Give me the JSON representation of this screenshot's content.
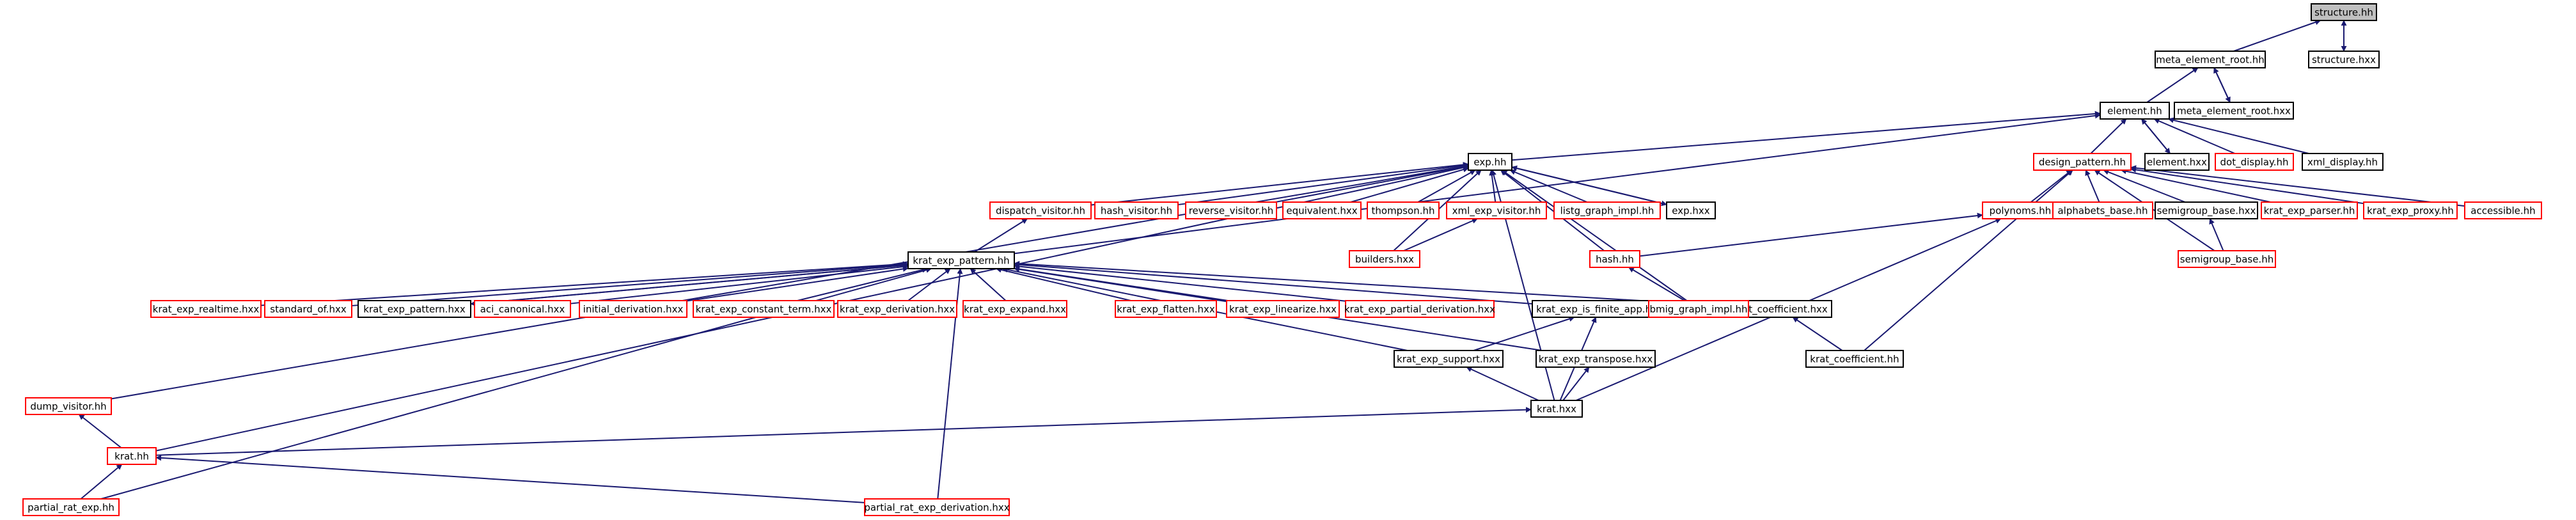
{
  "colors": {
    "edge": "#191970",
    "node_border_black": "#000000",
    "node_border_red": "#ff0000",
    "focus_fill": "#c0c0c0",
    "background": "#ffffff"
  },
  "nodes": [
    {
      "id": "structure_hh",
      "label": "structure.hh",
      "style": "focus"
    },
    {
      "id": "meta_element_root_hh",
      "label": "meta_element_root.hh",
      "style": "black"
    },
    {
      "id": "structure_hxx",
      "label": "structure.hxx",
      "style": "black"
    },
    {
      "id": "element_hh",
      "label": "element.hh",
      "style": "black"
    },
    {
      "id": "meta_element_root_hxx",
      "label": "meta_element_root.hxx",
      "style": "black"
    },
    {
      "id": "exp_hh",
      "label": "exp.hh",
      "style": "black"
    },
    {
      "id": "design_pattern_hh",
      "label": "design_pattern.hh",
      "style": "red"
    },
    {
      "id": "element_hxx",
      "label": "element.hxx",
      "style": "black"
    },
    {
      "id": "dot_display_hh",
      "label": "dot_display.hh",
      "style": "red"
    },
    {
      "id": "xml_display_hh",
      "label": "xml_display.hh",
      "style": "black"
    },
    {
      "id": "dispatch_visitor_hh",
      "label": "dispatch_visitor.hh",
      "style": "red"
    },
    {
      "id": "hash_visitor_hh",
      "label": "hash_visitor.hh",
      "style": "red"
    },
    {
      "id": "reverse_visitor_hh",
      "label": "reverse_visitor.hh",
      "style": "red"
    },
    {
      "id": "equivalent_hxx",
      "label": "equivalent.hxx",
      "style": "red"
    },
    {
      "id": "thompson_hh",
      "label": "thompson.hh",
      "style": "red"
    },
    {
      "id": "xml_exp_visitor_hh",
      "label": "xml_exp_visitor.hh",
      "style": "red"
    },
    {
      "id": "listg_graph_impl_hh",
      "label": "listg_graph_impl.hh",
      "style": "red"
    },
    {
      "id": "exp_hxx",
      "label": "exp.hxx",
      "style": "black"
    },
    {
      "id": "polynoms_hh",
      "label": "polynoms.hh",
      "style": "red"
    },
    {
      "id": "alphabets_base_hh",
      "label": "alphabets_base.hh",
      "style": "red"
    },
    {
      "id": "semigroup_base_hxx",
      "label": "semigroup_base.hxx",
      "style": "black"
    },
    {
      "id": "krat_exp_parser_hh",
      "label": "krat_exp_parser.hh",
      "style": "red"
    },
    {
      "id": "krat_exp_proxy_hh",
      "label": "krat_exp_proxy.hh",
      "style": "red"
    },
    {
      "id": "accessible_hh",
      "label": "accessible.hh",
      "style": "red"
    },
    {
      "id": "builders_hxx",
      "label": "builders.hxx",
      "style": "red"
    },
    {
      "id": "semigroup_base_hh",
      "label": "semigroup_base.hh",
      "style": "red"
    },
    {
      "id": "krat_exp_pattern_hh",
      "label": "krat_exp_pattern.hh",
      "style": "black"
    },
    {
      "id": "hash_hh",
      "label": "hash.hh",
      "style": "red"
    },
    {
      "id": "krat_exp_realtime_hxx",
      "label": "krat_exp_realtime.hxx",
      "style": "red"
    },
    {
      "id": "standard_of_hxx",
      "label": "standard_of.hxx",
      "style": "red"
    },
    {
      "id": "krat_exp_pattern_hxx",
      "label": "krat_exp_pattern.hxx",
      "style": "black"
    },
    {
      "id": "aci_canonical_hxx",
      "label": "aci_canonical.hxx",
      "style": "red"
    },
    {
      "id": "initial_derivation_hxx",
      "label": "initial_derivation.hxx",
      "style": "red"
    },
    {
      "id": "krat_exp_constant_term_hxx",
      "label": "krat_exp_constant_term.hxx",
      "style": "red"
    },
    {
      "id": "krat_exp_derivation_hxx",
      "label": "krat_exp_derivation.hxx",
      "style": "red"
    },
    {
      "id": "krat_exp_expand_hxx",
      "label": "krat_exp_expand.hxx",
      "style": "red"
    },
    {
      "id": "krat_exp_flatten_hxx",
      "label": "krat_exp_flatten.hxx",
      "style": "red"
    },
    {
      "id": "krat_exp_linearize_hxx",
      "label": "krat_exp_linearize.hxx",
      "style": "red"
    },
    {
      "id": "krat_exp_partial_derivation_hxx",
      "label": "krat_exp_partial_derivation.hxx",
      "style": "red"
    },
    {
      "id": "krat_exp_is_finite_app_hxx",
      "label": "krat_exp_is_finite_app.hxx",
      "style": "black"
    },
    {
      "id": "krat_coefficient_hxx",
      "label": "krat_coefficient.hxx",
      "style": "black"
    },
    {
      "id": "bmig_graph_impl_hh",
      "label": "bmig_graph_impl.hh",
      "style": "red"
    },
    {
      "id": "krat_exp_support_hxx",
      "label": "krat_exp_support.hxx",
      "style": "black"
    },
    {
      "id": "krat_exp_transpose_hxx",
      "label": "krat_exp_transpose.hxx",
      "style": "black"
    },
    {
      "id": "krat_coefficient_hh",
      "label": "krat_coefficient.hh",
      "style": "black"
    },
    {
      "id": "dump_visitor_hh",
      "label": "dump_visitor.hh",
      "style": "red"
    },
    {
      "id": "krat_hxx",
      "label": "krat.hxx",
      "style": "black"
    },
    {
      "id": "krat_hh",
      "label": "krat.hh",
      "style": "red"
    },
    {
      "id": "partial_rat_exp_hh",
      "label": "partial_rat_exp.hh",
      "style": "red"
    },
    {
      "id": "partial_rat_exp_derivation_hxx",
      "label": "partial_rat_exp_derivation.hxx",
      "style": "red"
    }
  ],
  "edges": [
    [
      "meta_element_root_hh",
      "structure_hh"
    ],
    [
      "structure_hxx",
      "structure_hh"
    ],
    [
      "structure_hh",
      "structure_hxx"
    ],
    [
      "element_hh",
      "meta_element_root_hh"
    ],
    [
      "meta_element_root_hxx",
      "meta_element_root_hh"
    ],
    [
      "meta_element_root_hh",
      "meta_element_root_hxx"
    ],
    [
      "exp_hh",
      "element_hh"
    ],
    [
      "design_pattern_hh",
      "element_hh"
    ],
    [
      "element_hxx",
      "element_hh"
    ],
    [
      "element_hh",
      "element_hxx"
    ],
    [
      "dot_display_hh",
      "element_hh"
    ],
    [
      "xml_display_hh",
      "element_hh"
    ],
    [
      "krat_exp_pattern_hh",
      "element_hh"
    ],
    [
      "dispatch_visitor_hh",
      "exp_hh"
    ],
    [
      "hash_visitor_hh",
      "exp_hh"
    ],
    [
      "reverse_visitor_hh",
      "exp_hh"
    ],
    [
      "equivalent_hxx",
      "exp_hh"
    ],
    [
      "thompson_hh",
      "exp_hh"
    ],
    [
      "xml_exp_visitor_hh",
      "exp_hh"
    ],
    [
      "listg_graph_impl_hh",
      "exp_hh"
    ],
    [
      "exp_hxx",
      "exp_hh"
    ],
    [
      "exp_hh",
      "exp_hxx"
    ],
    [
      "builders_hxx",
      "exp_hh"
    ],
    [
      "hash_hh",
      "exp_hh"
    ],
    [
      "bmig_graph_impl_hh",
      "exp_hh"
    ],
    [
      "krat_hxx",
      "exp_hh"
    ],
    [
      "dump_visitor_hh",
      "exp_hh"
    ],
    [
      "krat_hh",
      "exp_hh"
    ],
    [
      "polynoms_hh",
      "design_pattern_hh"
    ],
    [
      "alphabets_base_hh",
      "design_pattern_hh"
    ],
    [
      "semigroup_base_hxx",
      "design_pattern_hh"
    ],
    [
      "semigroup_base_hh",
      "design_pattern_hh"
    ],
    [
      "krat_exp_parser_hh",
      "design_pattern_hh"
    ],
    [
      "krat_exp_proxy_hh",
      "design_pattern_hh"
    ],
    [
      "accessible_hh",
      "design_pattern_hh"
    ],
    [
      "krat_coefficient_hh",
      "design_pattern_hh"
    ],
    [
      "builders_hxx",
      "xml_exp_visitor_hh"
    ],
    [
      "hash_hh",
      "polynoms_hh"
    ],
    [
      "krat_hxx",
      "polynoms_hh"
    ],
    [
      "semigroup_base_hh",
      "semigroup_base_hxx"
    ],
    [
      "krat_exp_pattern_hh",
      "dispatch_visitor_hh"
    ],
    [
      "bmig_graph_impl_hh",
      "hash_hh"
    ],
    [
      "krat_exp_realtime_hxx",
      "krat_exp_pattern_hh"
    ],
    [
      "standard_of_hxx",
      "krat_exp_pattern_hh"
    ],
    [
      "krat_exp_pattern_hxx",
      "krat_exp_pattern_hh"
    ],
    [
      "krat_exp_pattern_hh",
      "krat_exp_pattern_hxx"
    ],
    [
      "aci_canonical_hxx",
      "krat_exp_pattern_hh"
    ],
    [
      "initial_derivation_hxx",
      "krat_exp_pattern_hh"
    ],
    [
      "krat_exp_constant_term_hxx",
      "krat_exp_pattern_hh"
    ],
    [
      "krat_exp_derivation_hxx",
      "krat_exp_pattern_hh"
    ],
    [
      "krat_exp_expand_hxx",
      "krat_exp_pattern_hh"
    ],
    [
      "krat_exp_flatten_hxx",
      "krat_exp_pattern_hh"
    ],
    [
      "krat_exp_linearize_hxx",
      "krat_exp_pattern_hh"
    ],
    [
      "krat_exp_partial_derivation_hxx",
      "krat_exp_pattern_hh"
    ],
    [
      "krat_exp_is_finite_app_hxx",
      "krat_exp_pattern_hh"
    ],
    [
      "krat_coefficient_hxx",
      "krat_exp_pattern_hh"
    ],
    [
      "krat_exp_support_hxx",
      "krat_exp_pattern_hh"
    ],
    [
      "krat_exp_transpose_hxx",
      "krat_exp_pattern_hh"
    ],
    [
      "partial_rat_exp_hh",
      "krat_exp_pattern_hh"
    ],
    [
      "partial_rat_exp_derivation_hxx",
      "krat_exp_pattern_hh"
    ],
    [
      "krat_exp_support_hxx",
      "krat_exp_is_finite_app_hxx"
    ],
    [
      "krat_hxx",
      "krat_exp_is_finite_app_hxx"
    ],
    [
      "krat_coefficient_hh",
      "krat_coefficient_hxx"
    ],
    [
      "krat_hxx",
      "krat_exp_support_hxx"
    ],
    [
      "krat_hxx",
      "krat_exp_transpose_hxx"
    ],
    [
      "krat_hh",
      "dump_visitor_hh"
    ],
    [
      "krat_hh",
      "krat_hxx"
    ],
    [
      "partial_rat_exp_hh",
      "krat_hh"
    ],
    [
      "partial_rat_exp_derivation_hxx",
      "krat_hh"
    ]
  ]
}
